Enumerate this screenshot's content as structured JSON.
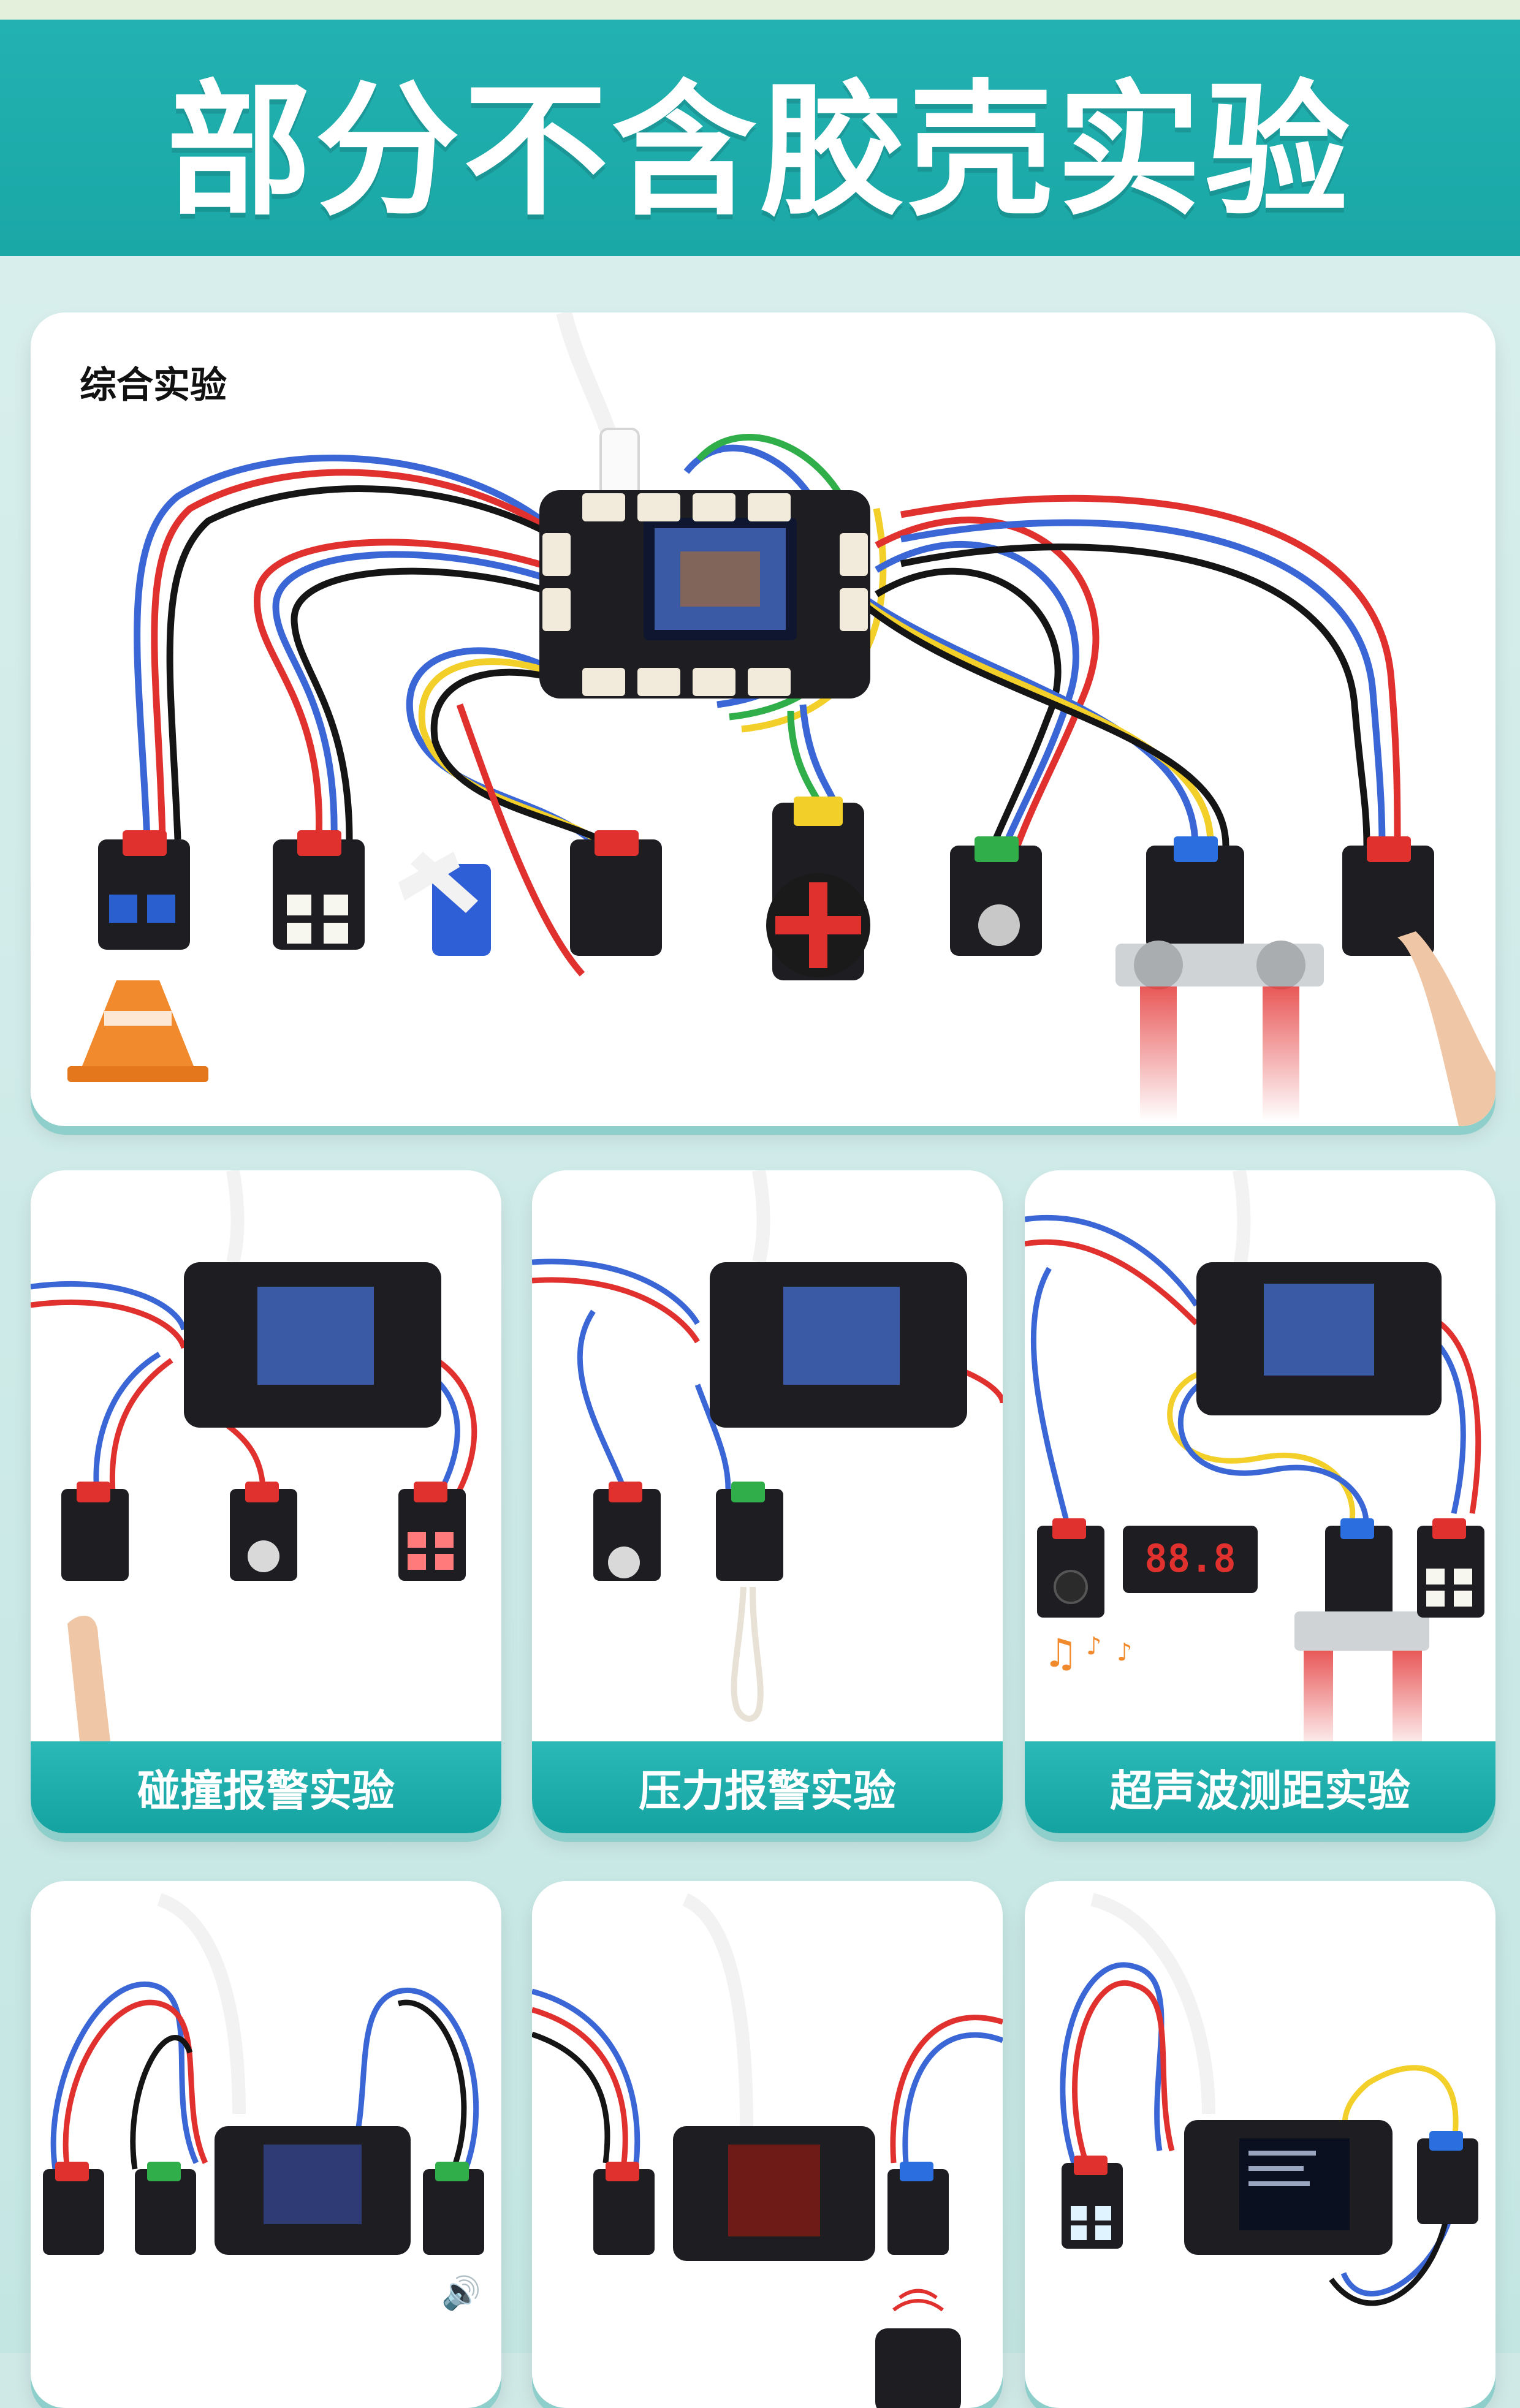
{
  "banner": {
    "title": "部分不含胶壳实验"
  },
  "main_card": {
    "label": "综合实验"
  },
  "experiments_row1": [
    {
      "label": "碰撞报警实验"
    },
    {
      "label": "压力报警实验"
    },
    {
      "label": "超声波测距实验"
    }
  ],
  "digits": {
    "display": "88.8"
  },
  "colors": {
    "teal": "#1aa7a6",
    "board": "#1e1e22",
    "connector": "#f2eadb",
    "wire_red": "#e0312f",
    "wire_blue": "#3a66d6",
    "wire_black": "#151515",
    "wire_yellow": "#f3cf2a",
    "wire_green": "#2fae4a"
  }
}
